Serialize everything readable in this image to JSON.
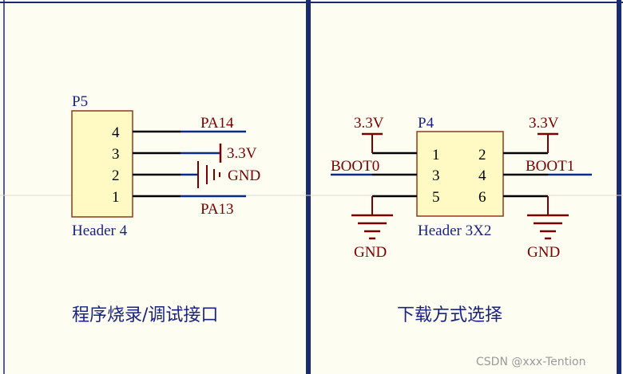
{
  "left_panel": {
    "designator": "P5",
    "component": "Header 4",
    "pins": [
      "4",
      "3",
      "2",
      "1"
    ],
    "nets": {
      "pa14": "PA14",
      "vcc": "3.3V",
      "gnd": "GND",
      "pa13": "PA13"
    },
    "caption": "程序烧录/调试接口"
  },
  "right_panel": {
    "designator": "P4",
    "component": "Header 3X2",
    "pins_left": [
      "1",
      "3",
      "5"
    ],
    "pins_right": [
      "2",
      "4",
      "6"
    ],
    "nets": {
      "vcc_left": "3.3V",
      "vcc_right": "3.3V",
      "boot0": "BOOT0",
      "boot1": "BOOT1",
      "gnd_left": "GND",
      "gnd_right": "GND"
    },
    "caption": "下载方式选择"
  },
  "watermark": "CSDN @xxx-Tention",
  "colors": {
    "background": "#fdfdf2",
    "frame": "#1c2a6e",
    "component_fill": "#fff9c4",
    "component_stroke": "#8d3b1f",
    "wire": "#000000",
    "net_label": "#0a2a8a",
    "power": "#7a0000",
    "designator": "#1a237e"
  }
}
